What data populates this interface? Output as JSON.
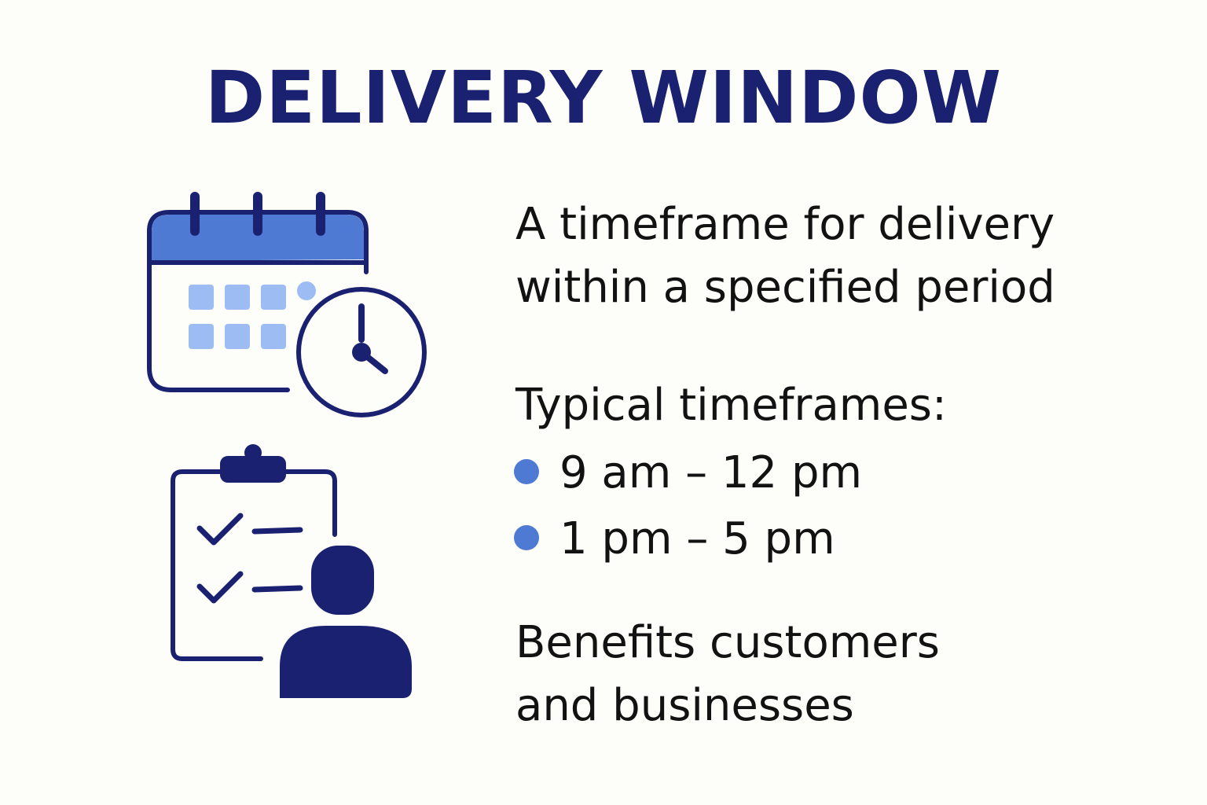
{
  "title": "DELIVERY WINDOW",
  "icons": {
    "calendar": "calendar-icon",
    "clock": "clock-icon",
    "clipboard": "clipboard-icon",
    "person": "person-icon"
  },
  "colors": {
    "title": "#1a2170",
    "icon_dark": "#1a2170",
    "icon_accent": "#4f7ad4",
    "icon_light": "#9ebcf4",
    "text": "#121212",
    "background": "#fdfdf9"
  },
  "definition": {
    "line1": "A timeframe for delivery",
    "line2": "within a specified period"
  },
  "typical": {
    "heading": "Typical timeframes:",
    "items": [
      "9 am – 12 pm",
      "1 pm – 5 pm"
    ]
  },
  "benefits": {
    "line1": "Benefits customers",
    "line2": "and businesses"
  }
}
